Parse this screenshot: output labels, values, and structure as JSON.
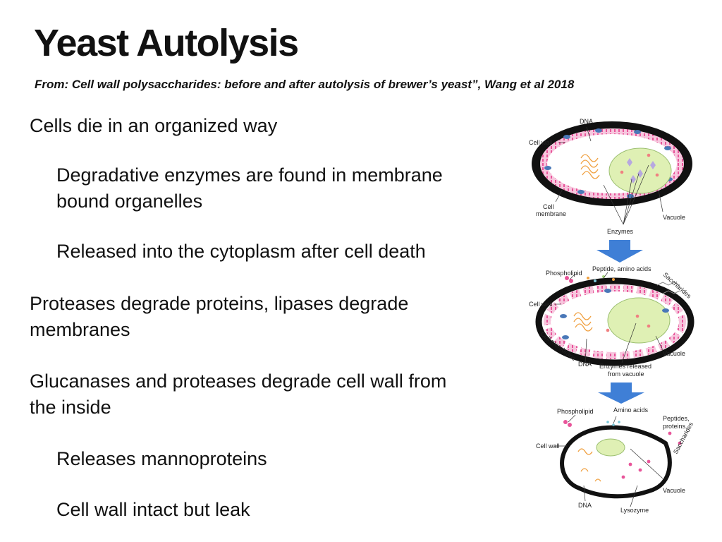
{
  "slide": {
    "title": "Yeast Autolysis",
    "subtitle": "From: Cell wall polysaccharides: before and after autolysis of brewer’s yeast”, Wang et al 2018",
    "bullets": [
      {
        "level": 1,
        "lines": [
          "Cells die in an organized way"
        ]
      },
      {
        "level": 2,
        "lines": [
          "Degradative enzymes are found in membrane",
          "bound organelles"
        ]
      },
      {
        "level": 2,
        "lines": [
          "Released into the cytoplasm after cell death"
        ]
      },
      {
        "level": 1,
        "lines": [
          "Proteases degrade proteins, lipases degrade",
          "membranes"
        ]
      },
      {
        "level": 1,
        "lines": [
          "Glucanases and proteases degrade cell wall from",
          "the inside"
        ]
      },
      {
        "level": 2,
        "lines": [
          "Releases mannoproteins"
        ]
      },
      {
        "level": 2,
        "lines": [
          "Cell wall intact but leak"
        ]
      }
    ]
  },
  "figure": {
    "panel1": {
      "dna": "DNA",
      "cell_wall": "Cell wall",
      "cell_membrane_1": "Cell",
      "cell_membrane_2": "membrane",
      "vacuole": "Vacuole",
      "enzymes": "Enzymes"
    },
    "panel2": {
      "phospholipid": "Phospholipid",
      "peptide": "Peptide, amino acids",
      "saccharides": "Saccharides",
      "cell_wall": "Cell wall",
      "cell_membrane": "Cell membrane",
      "dna": "DNA",
      "vacuole": "Vacuole",
      "enzymes_1": "Enzymes released",
      "enzymes_2": "from vacuole"
    },
    "panel3": {
      "phospholipid": "Phospholipid",
      "amino_acids": "Amino acids",
      "peptides_1": "Peptides,",
      "peptides_2": "proteins",
      "cell_wall": "Cell wall",
      "saccharides": "Saccharides",
      "vacuole": "Vacuole",
      "dna": "DNA",
      "lysozyme": "Lysozyme"
    },
    "colors": {
      "wall": "#111111",
      "membrane": "#e8559a",
      "vacuole": "#dff0b4",
      "arrow": "#3f7fd6",
      "dna": "#f0a040"
    }
  }
}
